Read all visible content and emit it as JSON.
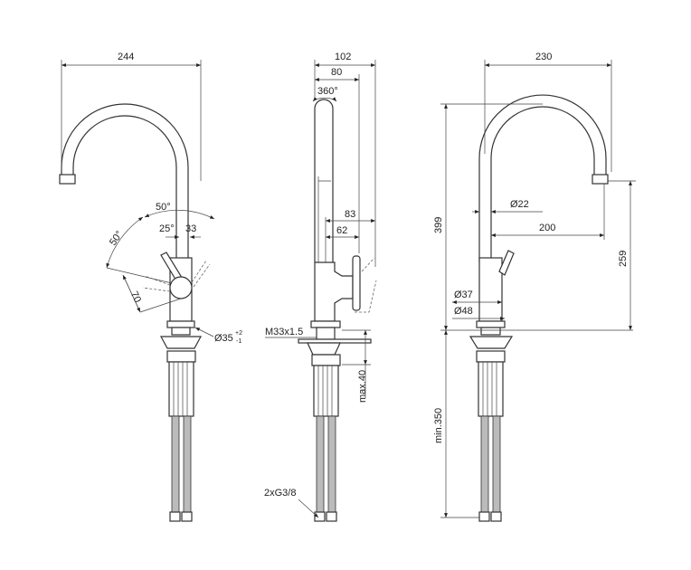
{
  "drawing": {
    "front_view": {
      "width": "244",
      "angle_outer": "50°",
      "angle_side": "50°",
      "angle_inner": "25°",
      "offset": "33",
      "lever_length": "70",
      "hole_diameter": "Ø35",
      "tol_plus": "+2",
      "tol_minus": "-1"
    },
    "side_view": {
      "depth": "102",
      "depth_spout": "80",
      "rotation": "360°",
      "lever_reach": "83",
      "lever_reach_inner": "62",
      "thread": "M33x1.5",
      "max_thickness": "max.40",
      "connections": "2xG3/8"
    },
    "rear_view": {
      "width": "230",
      "height": "399",
      "hose_length": "min.350",
      "spout_height": "259",
      "spout_reach": "200",
      "spout_diameter": "Ø22",
      "body_diameter": "Ø37",
      "base_diameter": "Ø48"
    }
  },
  "colors": {
    "line": "#333333",
    "background": "#ffffff"
  }
}
